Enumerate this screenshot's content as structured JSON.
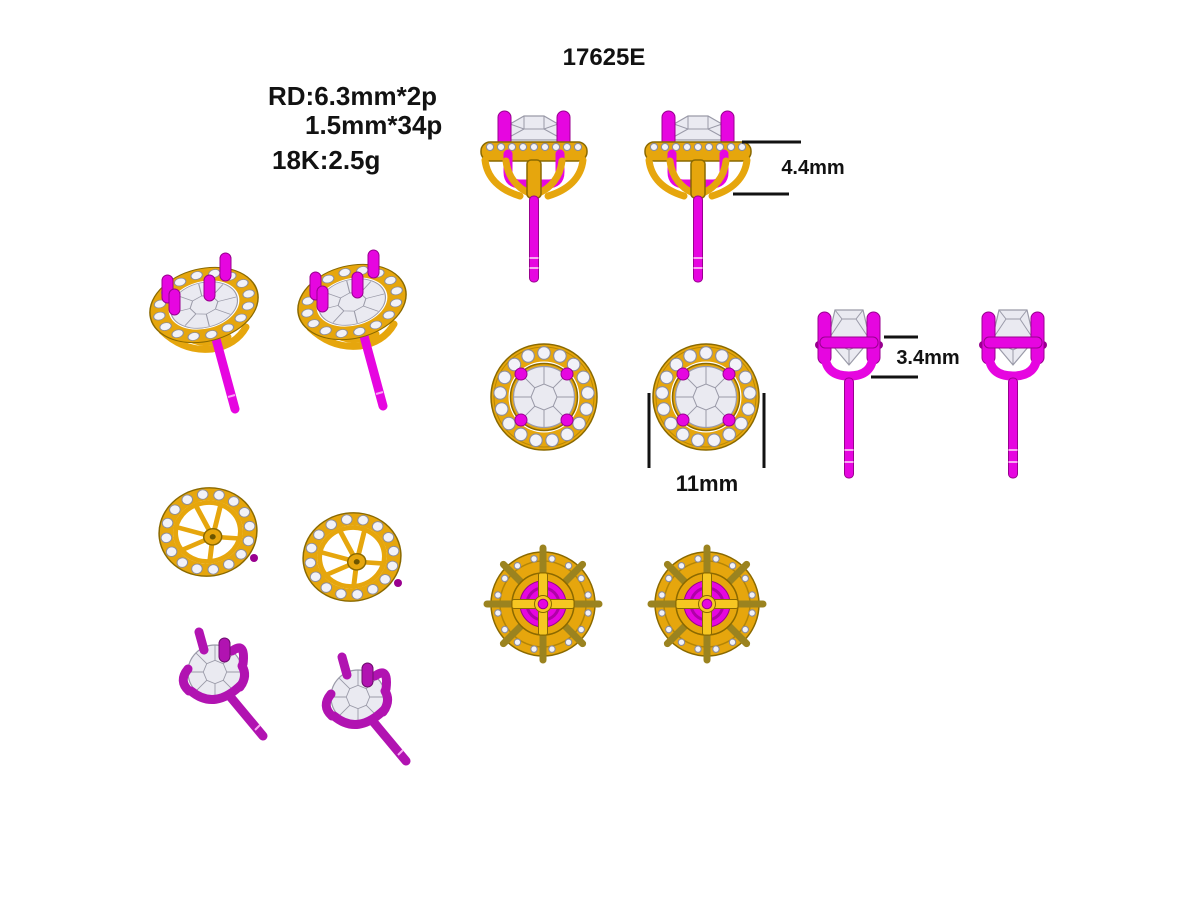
{
  "title": "17625E",
  "specs": {
    "stones": "RD:6.3mm*2p",
    "melee": "1.5mm*34p",
    "metal": "18K:2.5g"
  },
  "dimensions": {
    "head_height": "4.4mm",
    "basket_height": "3.4mm",
    "halo_diameter": "11mm"
  },
  "colors": {
    "bg": "#FFFFFF",
    "ink": "#121212",
    "gold": "#E6A60D",
    "gold-bright": "#F6C722",
    "gold-dark": "#8A6900",
    "olive": "#9B831F",
    "magenta": "#E606E0",
    "magenta-dark": "#99008F",
    "purple": "#B113B1",
    "purple-dark": "#6E0C6E",
    "diamond": "#EAEAF1",
    "diamond-edge": "#9A9AA8"
  }
}
